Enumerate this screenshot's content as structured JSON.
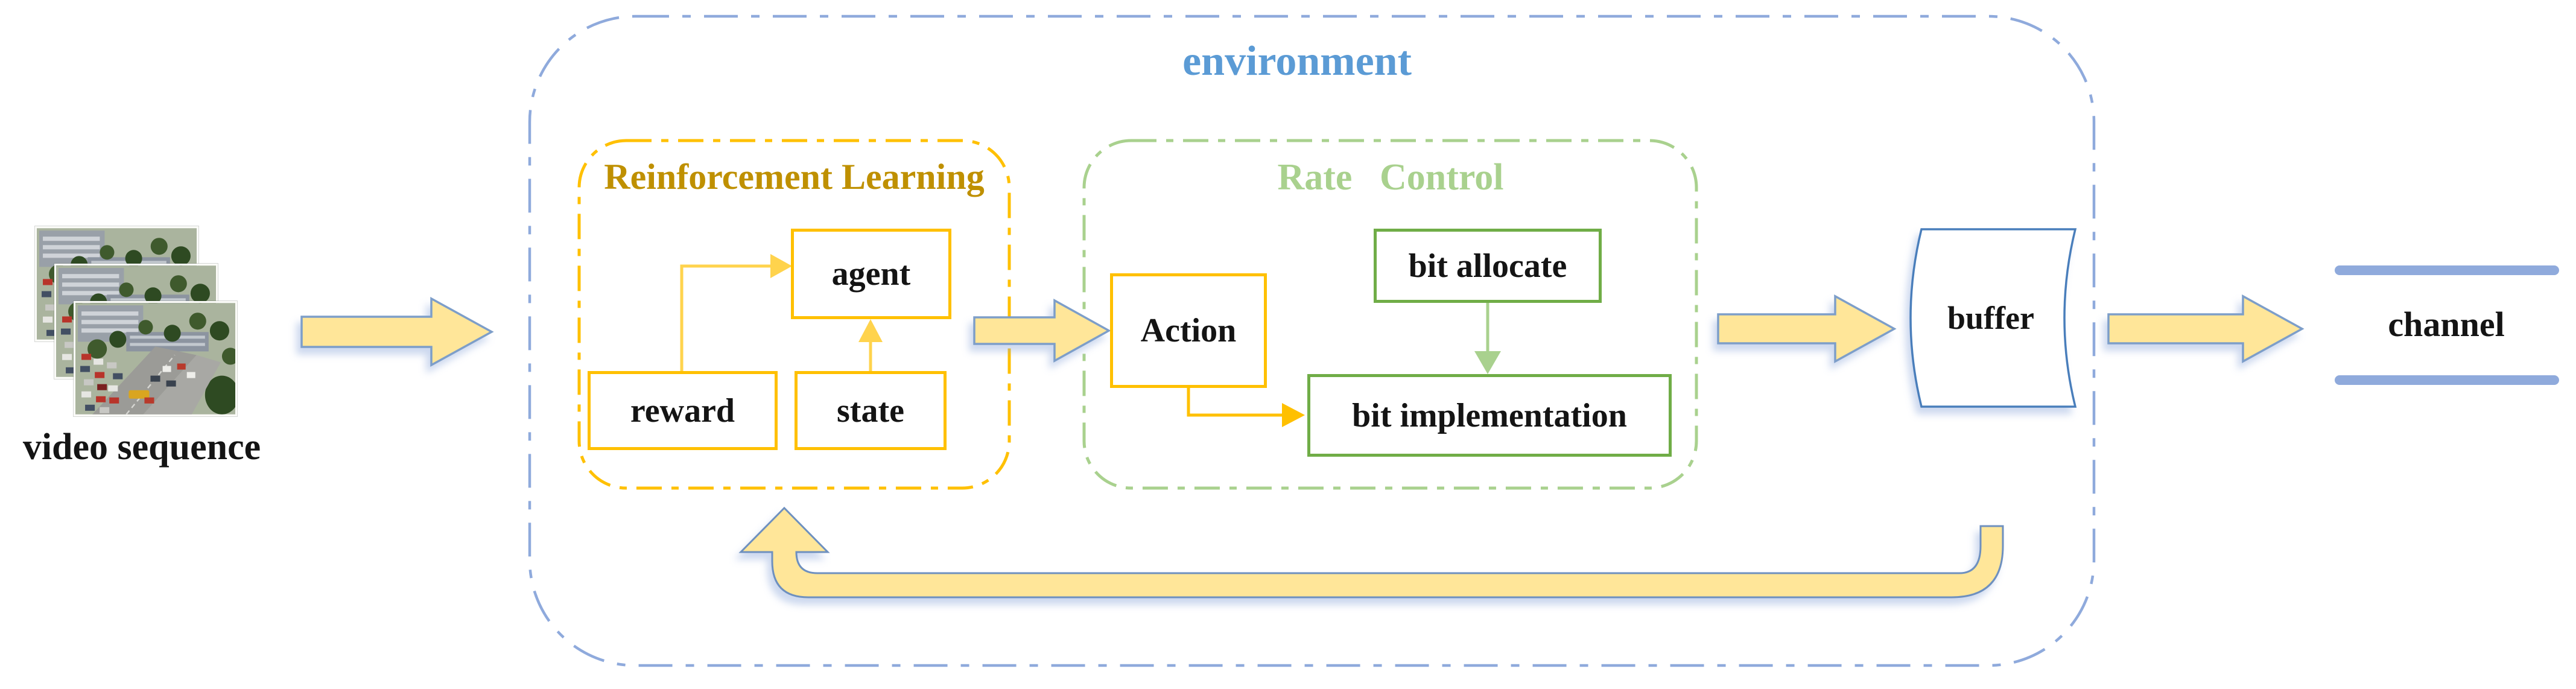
{
  "diagram": {
    "kind": "flow-diagram",
    "labels": {
      "video_sequence": "video sequence",
      "environment": "environment",
      "reinforcement_learning": "Reinforcement Learning",
      "agent": "agent",
      "reward": "reward",
      "state": "state",
      "action": "Action",
      "rate_control": "Rate Control",
      "bit_allocate": "bit allocate",
      "bit_implementation": "bit implementation",
      "buffer": "buffer",
      "channel": "channel"
    },
    "icons": {
      "flow_arrows": [
        "arrow-video-to-environment-icon",
        "arrow-rl-to-action-icon",
        "arrow-rate-control-to-buffer-icon",
        "arrow-buffer-to-channel-icon"
      ],
      "feedback_arrow": "feedback-arrow-buffer-to-rl-icon",
      "connector_arrows": [
        "reward-to-agent-arrow-icon",
        "state-to-agent-arrow-icon",
        "action-to-bit-implementation-arrow-icon",
        "bit-allocate-to-bit-implementation-arrow-icon"
      ],
      "thumbnail": "traffic-video-frame-thumbnails"
    },
    "colors": {
      "environment_border": "#8FAADC",
      "environment_title": "#5B9BD5",
      "rl_border": "#FFC000",
      "rl_title": "#BF9000",
      "rc_border": "#A9D18E",
      "rc_title": "#A9D18E",
      "yellow_box_border": "#FFC000",
      "green_box_border": "#70AD47",
      "big_arrow_fill": "#FFE699",
      "big_arrow_outline": "#7D9EC9",
      "connector_yellow": "#FFD34D",
      "connector_green": "#A9D18E",
      "channel_line": "#8FAADC",
      "text": "#141414"
    }
  }
}
